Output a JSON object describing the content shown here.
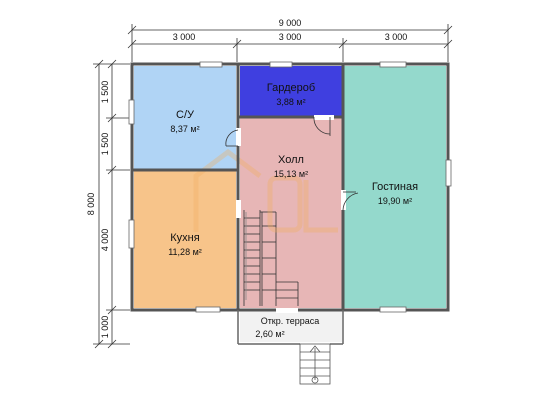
{
  "dimensions": {
    "total_width": "9 000",
    "top_segments": [
      "3 000",
      "3 000",
      "3 000"
    ],
    "total_height": "8 000",
    "left_segments": [
      "1 500",
      "1 500",
      "4 000",
      "1 000"
    ]
  },
  "rooms": {
    "bathroom": {
      "name": "С/У",
      "area": "8,37 м²",
      "color": "#b0d4f5"
    },
    "wardrobe": {
      "name": "Гардероб",
      "area": "3,88 м²",
      "color": "#3f3fe0"
    },
    "hall": {
      "name": "Холл",
      "area": "15,13 м²",
      "color": "#e7b6b6"
    },
    "living": {
      "name": "Гостиная",
      "area": "19,90 м²",
      "color": "#94d9cc"
    },
    "kitchen": {
      "name": "Кухня",
      "area": "11,28 м²",
      "color": "#f7c48a"
    },
    "terrace": {
      "name": "Откр. терраса",
      "area": "2,60 м²",
      "color": "#f2f2f2"
    }
  }
}
